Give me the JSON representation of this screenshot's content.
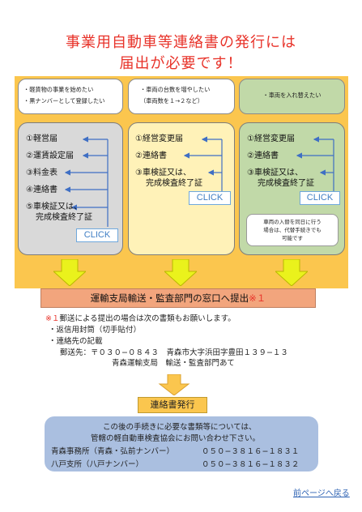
{
  "title": {
    "line1": "事業用自動車等連絡書の発行には",
    "line2": "届出が必要です！"
  },
  "columns": [
    {
      "conditions": [
        "・軽貨物の事業を始めたい",
        "・黒ナンバーとして登録したい"
      ],
      "items": [
        "①軽営届",
        "②運賃設定届",
        "③料金表",
        "④連絡書",
        "⑤車検証又は、",
        "完成検査終了証"
      ],
      "click": "CLICK"
    },
    {
      "conditions": [
        "・車両の台数を増やしたい",
        "（車両数を１→２など）"
      ],
      "items": [
        "①経営変更届",
        "②連絡書",
        "③車検証又は、",
        "完成検査終了証"
      ],
      "click": "CLICK"
    },
    {
      "conditions": [
        "・車両を入れ替えたい"
      ],
      "items": [
        "①経営変更届",
        "②連絡書",
        "③車検証又は、",
        "完成検査終了証"
      ],
      "click": "CLICK",
      "note": [
        "車両の入替を同日に行う",
        "場合は、代替手続きでも",
        "可能です"
      ]
    }
  ],
  "submit": {
    "text": "運輸支局輸送・監査部門の窓口へ提出",
    "mark": "※１"
  },
  "mail": {
    "line1_mark": "※１",
    "line1": "郵送による提出の場合は次の書類もお願いします。",
    "line2": "・返信用封筒（切手貼付）",
    "line3": "・連絡先の記載",
    "line4": "郵送先：〒０３０−０８４３　青森市大字浜田字豊田１３９−１３",
    "line5": "青森運輸支局　輸送・監査部門あて"
  },
  "issue": "連絡書発行",
  "info": {
    "line1": "この後の手続きに必要な書類等については、",
    "line2": "管轄の軽自動車検査協会にお問い合わせ下さい。",
    "office1_name": "青森事務所（青森・弘前ナンバー）",
    "office1_tel": "０５０−３８１６−１８３１",
    "office2_name": "八戸支所（八戸ナンバー）",
    "office2_tel": "０５０−３８１６−１８３２"
  },
  "back_link": "前ページへ戻る",
  "colors": {
    "title": "#e8332a",
    "panel": "#fbc64e",
    "box_gray": "#d9d9d9",
    "box_yellow": "#fff2b8",
    "box_green": "#c1d9a8",
    "arrow": "#eaf21c",
    "link": "#2d62b3",
    "info_bg": "#aabfe0"
  }
}
